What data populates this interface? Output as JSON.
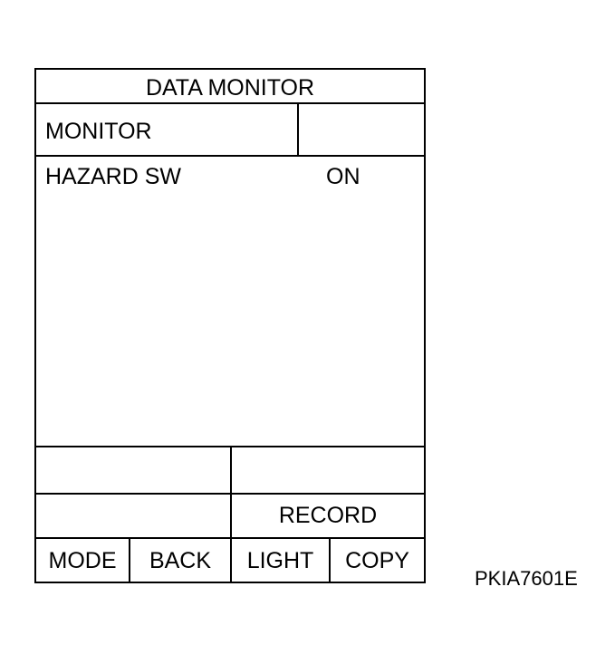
{
  "header": {
    "title": "DATA MONITOR"
  },
  "monitor_row": {
    "label": "MONITOR",
    "right_value": ""
  },
  "items": [
    {
      "name": "HAZARD SW",
      "value": "ON"
    }
  ],
  "status_row_1": {
    "left": "",
    "right": ""
  },
  "status_row_2": {
    "left": "",
    "right": "RECORD"
  },
  "buttons": {
    "mode": "MODE",
    "back": "BACK",
    "light": "LIGHT",
    "copy": "COPY"
  },
  "figure_code": "PKIA7601E"
}
